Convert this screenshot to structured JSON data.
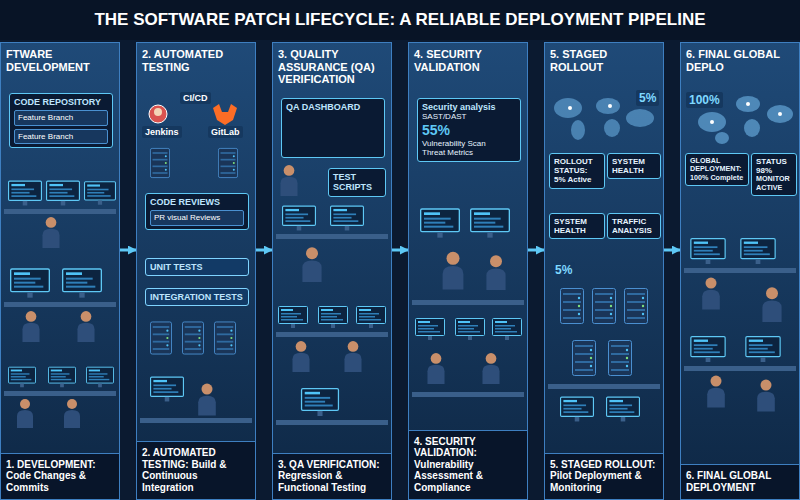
{
  "diagram": {
    "title": "THE SOFTWARE PATCH LIFECYCLE: A RELIABLE DEPLOYMENT PIPELINE",
    "nodes": [
      {
        "text": [
          "FTWARE DEVELOPMENT",
          "1. DEVELOPMENT: Code Changes & Commits"
        ]
      },
      {
        "text": [
          "CODE REPOSITORY"
        ],
        "in": 0
      },
      {
        "text": [
          "Feature Branch"
        ],
        "in": 1
      },
      {
        "text": [
          "Feature Branch"
        ],
        "in": 1
      },
      {
        "text": [
          "2. AUTOMATED TESTING",
          "2. AUTOMATED TESTING: Build & Continuous Integration"
        ]
      },
      {
        "text": [
          "CODE REVIEWS"
        ],
        "in": 4
      },
      {
        "text": [
          "PR visual Reviews"
        ],
        "in": 5
      },
      {
        "text": [
          "UNIT TESTS"
        ],
        "in": 4
      },
      {
        "text": [
          "INTEGRATION TESTS"
        ],
        "in": 4
      },
      {
        "text": [
          "3. QUALITY ASSURANCE (QA) VERIFICATION",
          "3. QA VERIFICATION: Regression & Functional Testing"
        ]
      },
      {
        "text": [
          "QA DASHBOARD"
        ],
        "in": 9
      },
      {
        "text": [
          "TEST SCRIPTS"
        ],
        "in": 9
      },
      {
        "text": [
          "4. SECURITY VALIDATION",
          "4. SECURITY VALIDATION: Vulnerability Assessment & Compliance"
        ]
      },
      {
        "text": [
          "Security analysis",
          "SAST/DAST",
          "55%",
          "Vulnerability Scan",
          "Threat Metrics"
        ],
        "in": 12
      },
      {
        "text": [
          "5. STAGED ROLLOUT",
          "5. STAGED ROLLOUT: Pilot Deployment & Monitoring"
        ]
      },
      {
        "text": [
          "ROLLOUT STATUS: 5% Active"
        ],
        "in": 14
      },
      {
        "text": [
          "SYSTEM HEALTH"
        ],
        "in": 14
      },
      {
        "text": [
          "SYSTEM HEALTH"
        ],
        "in": 14
      },
      {
        "text": [
          "TRAFFIC ANALYSIS"
        ],
        "in": 14
      },
      {
        "text": [
          "6. FINAL GLOBAL DEPLO",
          "6. FINAL GLOBAL DEPLOYMENT"
        ]
      },
      {
        "text": [
          "GLOBAL DEPLOYMENT: 100% Complete"
        ],
        "in": 19
      },
      {
        "text": [
          "STATUS 98%",
          "MONITOR ACTIVE"
        ],
        "in": 19
      }
    ],
    "edges": [
      {
        "from": 0,
        "to": 4,
        "arrow": "to"
      },
      {
        "from": 4,
        "to": 9,
        "arrow": "to"
      },
      {
        "from": 9,
        "to": 12,
        "arrow": "to"
      },
      {
        "from": 12,
        "to": 14,
        "arrow": "to"
      },
      {
        "from": 14,
        "to": 19,
        "arrow": "to"
      }
    ],
    "labels": [
      "CI/CD",
      "Jenkins",
      "GitLab",
      "5%",
      "5%",
      "100%"
    ]
  }
}
